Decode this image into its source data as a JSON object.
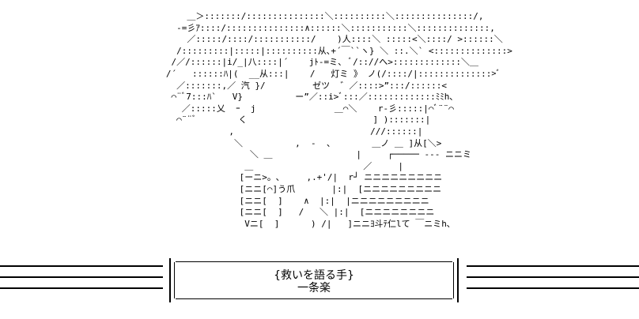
{
  "ascii_art": "       ＿＞:::::::/:::::::::::::::＼::::::::::＼:::::::::::::::/,\n     -=彡ｱ::::/:::::::::::::::∧::::::＼:::::::::::＼::::::::::::::,\n       ／:::::/::::/:::::::::::/    )人::::＼ :::::<＼::::/ >::::::＼\n     /:::::::::|:::::|::::::::::从､+´￣``ヽ} ＼ ::.＼` <::::::::::::::>\n    /／/::::::|i/_|八::::|´    jﾄ-=ミ、 ﾞ/:://へ>:::::::::::::＼＿\n   /´   ::::::ﾊ|(  __从:::|    /   灯ミ 》 ノ(/::::/|::::::::::::::>ﾞ\n     ／:::::::,／ 汽 }/         ゼツ  ゛／::::>”:::/::::::<\n    ⌒¨ﾞ7:::ﾊ`   V}          ー”／::i>ﾞ:::／:::::::::::::ﾐﾐh､\n      ／:::::乂  ｰ  j               ＿⌒＼    r-彡:::::|⌒ﾞ¨¨⌒\n     ⌒¨¨ﾞ        く                        ] ):::::::|\n               ,                          ///::::::|\n                ＼          ,  -  、       ＿ノ ＿ ]从[＼>\n                   ＼ ＿                |     ┌───── --- ニニミ\n                  ＿                     ／     |\n                 [ーニ>。､     ,.+'/|  r┘ ニニニニニニニニニ\n                 [ニニ[⌒]う爪       |:|  [ニニニニニニニニニ\n                 [ニニ[  ]    ∧  |:|  |ニニニニニニニニニ\n                 [ニニ[  ]   /   ＼ |:|  [ニニニニニニニニ\n                  Vニ[  ]      ) /|   ]ニニﾖ斗ﾃ仁lて ￣ニミh､",
  "caption": {
    "title": "{救いを語る手}",
    "name": "一条楽"
  },
  "colors": {
    "ink": "#000000",
    "background": "#ffffff"
  }
}
